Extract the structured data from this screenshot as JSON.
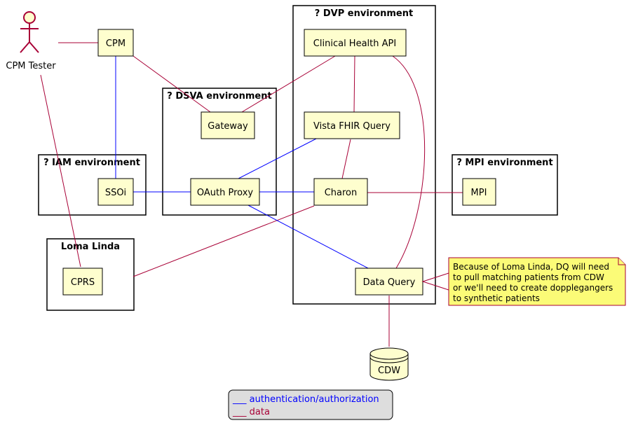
{
  "environments": {
    "dvp": "? DVP environment",
    "dsva": "? DSVA environment",
    "iam": "? IAM environment",
    "mpi": "? MPI environment",
    "loma": "Loma Linda"
  },
  "actor": {
    "label": "CPM Tester"
  },
  "components": {
    "cpm": "CPM",
    "clinical_api": "Clinical Health API",
    "gateway": "Gateway",
    "vista_fhir": "Vista FHIR Query",
    "ssoi": "SSOi",
    "oauth_proxy": "OAuth Proxy",
    "charon": "Charon",
    "mpi": "MPI",
    "cprs": "CPRS",
    "data_query": "Data Query",
    "cdw": "CDW"
  },
  "note": {
    "lines": [
      "Because of Loma Linda, DQ will need",
      "to pull matching patients from CDW",
      "or we'll need to create dopplegangers",
      "to synthetic patients"
    ]
  },
  "legend": {
    "auth": "___ authentication/authorization",
    "data": "___ data"
  },
  "colors": {
    "data_link": "#A80036",
    "auth_link": "#0000FF",
    "component_fill": "#FEFECE",
    "note_fill": "#FBFB77",
    "legend_fill": "#DDDDDD"
  }
}
